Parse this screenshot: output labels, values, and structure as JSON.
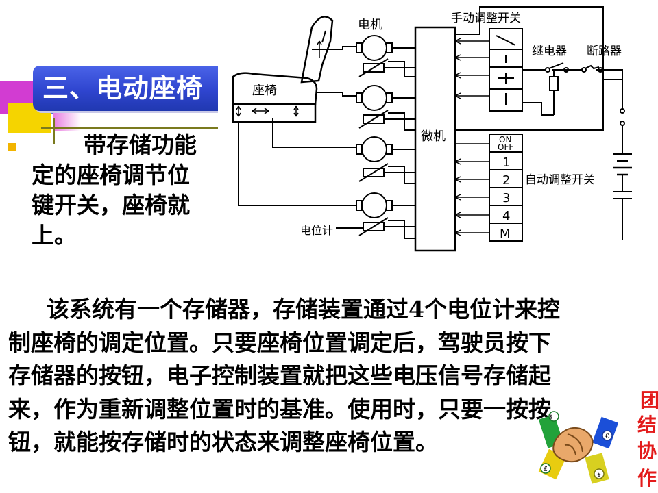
{
  "slide": {
    "title": "三、电动座椅",
    "intro_lines": [
      "带存储功能",
      "定的座椅调节位",
      "键开关，座椅就",
      "上。"
    ],
    "body_lines": [
      "该系统有一个存储器，存储装置通过4个电位计来控",
      "制座椅的调定位置。只要座椅位置调定后，驾驶员按下",
      "存储器的按钮，电子控制装置就把这些电压信号存储起",
      "来，作为重新调整位置时的基准。使用时，只要一按按",
      "钮，就能按存储时的状态来调整座椅位置。"
    ]
  },
  "diagram": {
    "labels": {
      "motor": "电机",
      "manual_switch": "手动调整开关",
      "relay": "继电器",
      "breaker": "断路器",
      "seat": "座椅",
      "microcomputer": "微机",
      "auto_switch": "自动调整开关",
      "potentiometer": "电位计"
    },
    "auto_buttons": [
      "ON\nOFF",
      "1",
      "2",
      "3",
      "4",
      "M"
    ]
  },
  "logo": {
    "characters": [
      "团",
      "结",
      "协",
      "作"
    ],
    "badges": [
      "$",
      "€",
      "£",
      "¥"
    ]
  },
  "colors": {
    "title_bg": "#2f45cf",
    "title_text": "#ffffff",
    "deco_magenta": "#d23cd2",
    "deco_yellow": "#f5d400",
    "deco_blue": "#5a6ee0",
    "bullet": "#f2b400",
    "logo_red": "#e31b1b"
  }
}
